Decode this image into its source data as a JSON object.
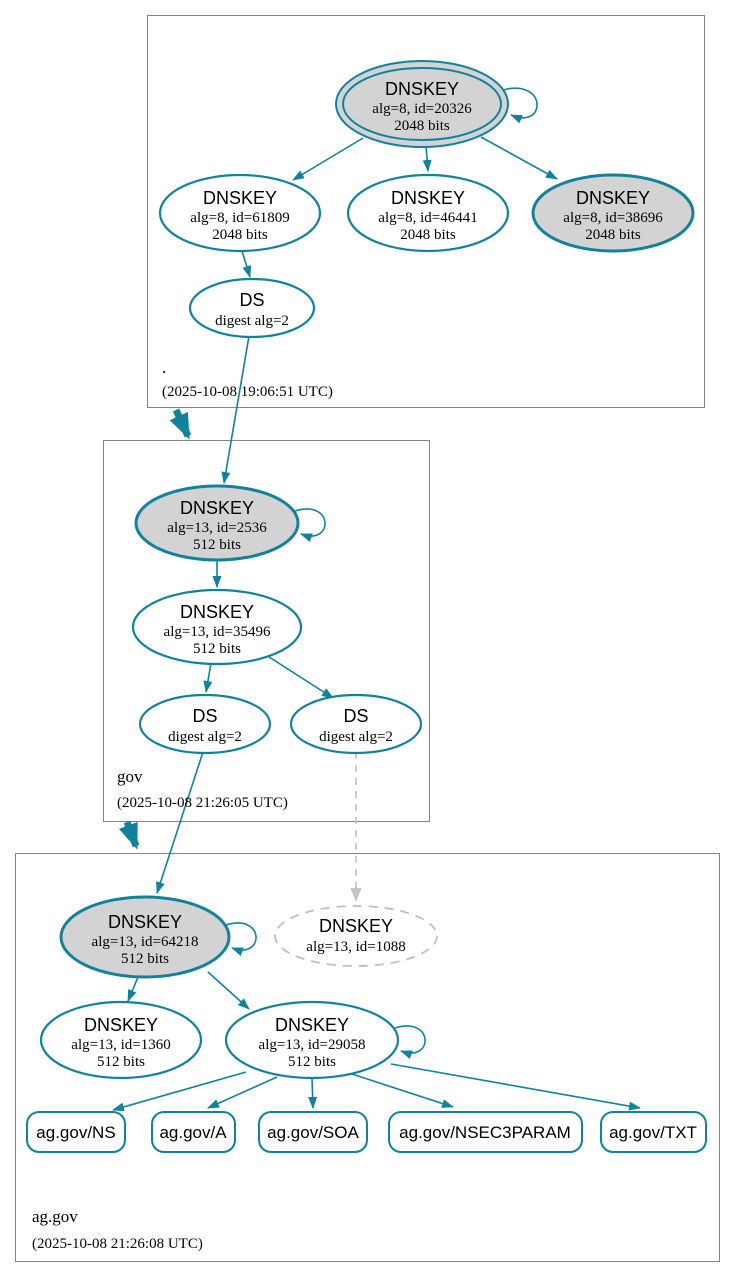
{
  "diagram": {
    "kind": "DNSSEC authentication chain graph",
    "colors": {
      "secure_teal": "#12829b",
      "key_fill_gray": "#d3d3d3",
      "insecure_gray": "#c3c3c3",
      "zone_box_border": "#848484"
    }
  },
  "zones": [
    {
      "label": ".",
      "timestamp": "(2025-10-08 19:06:51 UTC)",
      "nodes": [
        {
          "name": "DNSKEY",
          "detail": "alg=8, id=20326",
          "size": "2048 bits"
        },
        {
          "name": "DNSKEY",
          "detail": "alg=8, id=61809",
          "size": "2048 bits"
        },
        {
          "name": "DNSKEY",
          "detail": "alg=8, id=46441",
          "size": "2048 bits"
        },
        {
          "name": "DNSKEY",
          "detail": "alg=8, id=38696",
          "size": "2048 bits"
        },
        {
          "name": "DS",
          "detail": "digest alg=2"
        }
      ]
    },
    {
      "label": "gov",
      "timestamp": "(2025-10-08 21:26:05 UTC)",
      "nodes": [
        {
          "name": "DNSKEY",
          "detail": "alg=13, id=2536",
          "size": "512 bits"
        },
        {
          "name": "DNSKEY",
          "detail": "alg=13, id=35496",
          "size": "512 bits"
        },
        {
          "name": "DS",
          "detail": "digest alg=2"
        },
        {
          "name": "DS",
          "detail": "digest alg=2"
        }
      ]
    },
    {
      "label": "ag.gov",
      "timestamp": "(2025-10-08 21:26:08 UTC)",
      "nodes": [
        {
          "name": "DNSKEY",
          "detail": "alg=13, id=64218",
          "size": "512 bits"
        },
        {
          "name": "DNSKEY",
          "detail": "alg=13, id=1088"
        },
        {
          "name": "DNSKEY",
          "detail": "alg=13, id=1360",
          "size": "512 bits"
        },
        {
          "name": "DNSKEY",
          "detail": "alg=13, id=29058",
          "size": "512 bits"
        }
      ],
      "records": [
        {
          "label": "ag.gov/NS"
        },
        {
          "label": "ag.gov/A"
        },
        {
          "label": "ag.gov/SOA"
        },
        {
          "label": "ag.gov/NSEC3PARAM"
        },
        {
          "label": "ag.gov/TXT"
        }
      ]
    }
  ]
}
